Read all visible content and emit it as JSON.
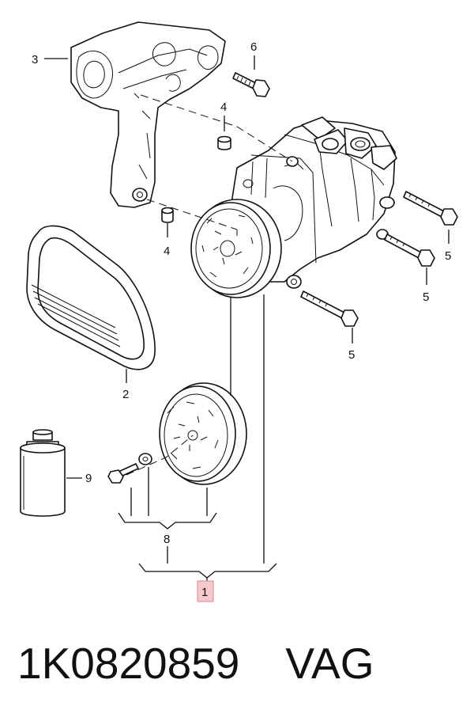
{
  "callouts": {
    "c1": "1",
    "c2": "2",
    "c3": "3",
    "c4a": "4",
    "c4b": "4",
    "c5a": "5",
    "c5b": "5",
    "c5c": "5",
    "c6": "6",
    "c8": "8",
    "c9": "9"
  },
  "highlight_color": "#f6c9cc",
  "footer": {
    "part_number": "1K0820859",
    "brand": "VAG"
  }
}
